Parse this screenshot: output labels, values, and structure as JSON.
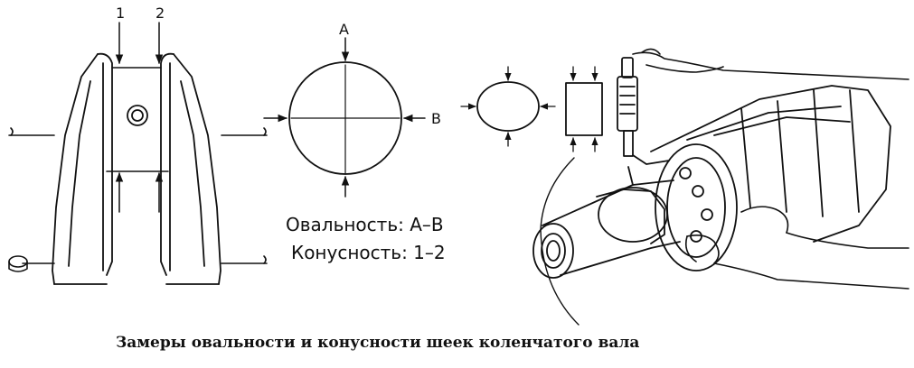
{
  "journal_diagram": {
    "label_1": "1",
    "label_2": "2"
  },
  "circle_diagram": {
    "label_a": "A",
    "label_b": "B",
    "ovality_line": "Овальность: A–B",
    "taper_line": "Конусность: 1–2"
  },
  "caption": "Замеры овальности и конусности шеек коленчатого вала"
}
